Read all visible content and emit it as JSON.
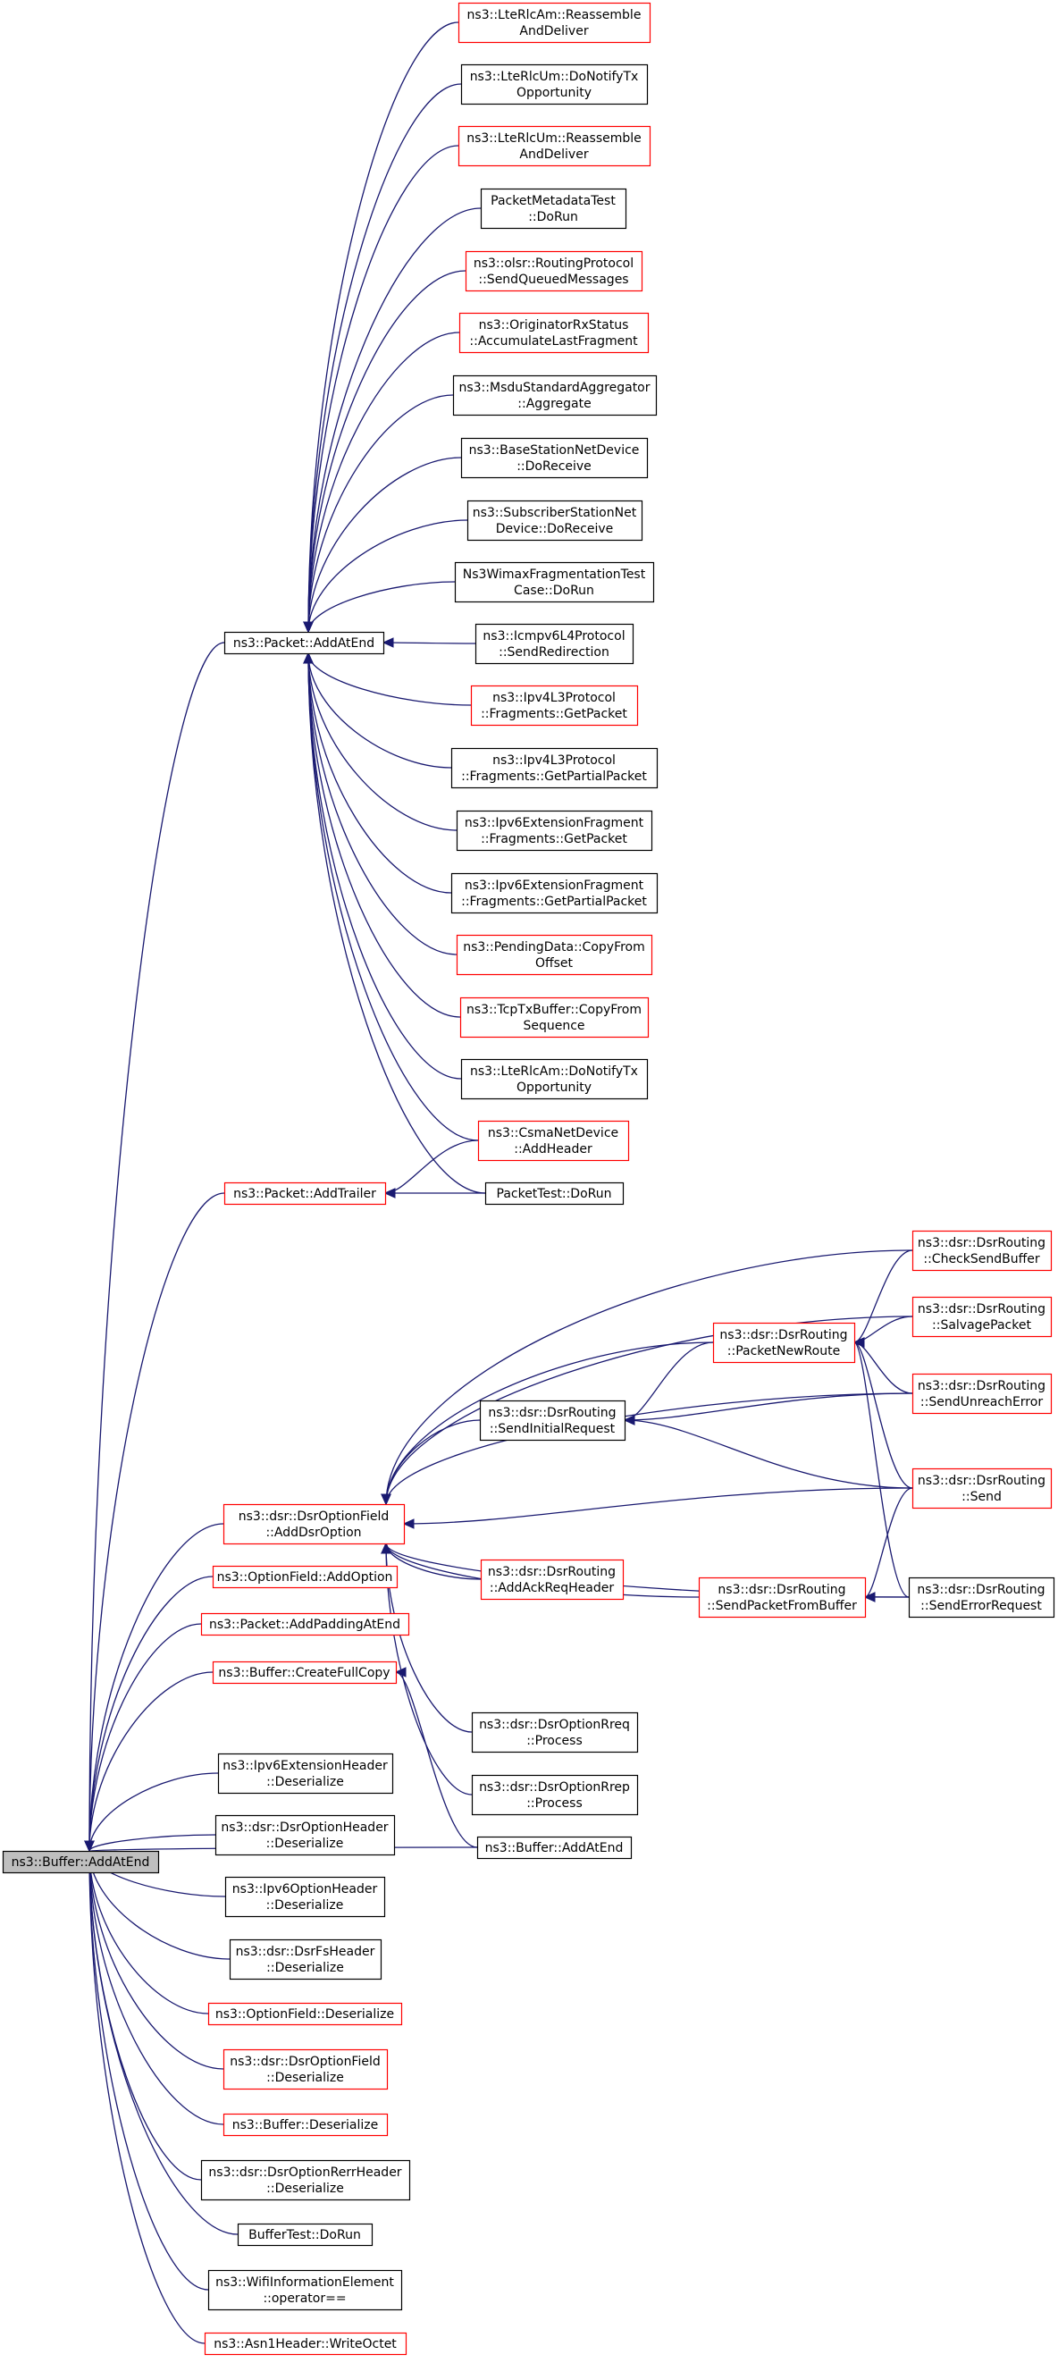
{
  "graph": {
    "colors": {
      "edge": "#191970",
      "box_linked": "#ff0000",
      "box_plain": "#000000",
      "box_root_fill": "#bfbfbf",
      "box_fill": "#ffffff"
    },
    "nodes": [
      {
        "id": "root",
        "lines": [
          "ns3::Buffer::AddAtEnd"
        ],
        "style": "root"
      },
      {
        "id": "pkt-addatend",
        "lines": [
          "ns3::Packet::AddAtEnd"
        ],
        "style": "plain"
      },
      {
        "id": "pkt-addtrailer",
        "lines": [
          "ns3::Packet::AddTrailer"
        ],
        "style": "linked"
      },
      {
        "id": "dsr-optfield-add",
        "lines": [
          "ns3::dsr::DsrOptionField",
          "::AddDsrOption"
        ],
        "style": "linked"
      },
      {
        "id": "optfield-add",
        "lines": [
          "ns3::OptionField::AddOption"
        ],
        "style": "linked"
      },
      {
        "id": "pkt-addpadding",
        "lines": [
          "ns3::Packet::AddPaddingAtEnd"
        ],
        "style": "linked"
      },
      {
        "id": "buf-createfull",
        "lines": [
          "ns3::Buffer::CreateFullCopy"
        ],
        "style": "linked"
      },
      {
        "id": "ipv6ext-deser",
        "lines": [
          "ns3::Ipv6ExtensionHeader",
          "::Deserialize"
        ],
        "style": "plain"
      },
      {
        "id": "dsropthdr-deser",
        "lines": [
          "ns3::dsr::DsrOptionHeader",
          "::Deserialize"
        ],
        "style": "plain"
      },
      {
        "id": "ipv6opt-deser",
        "lines": [
          "ns3::Ipv6OptionHeader",
          "::Deserialize"
        ],
        "style": "plain"
      },
      {
        "id": "dsrfs-deser",
        "lines": [
          "ns3::dsr::DsrFsHeader",
          "::Deserialize"
        ],
        "style": "plain"
      },
      {
        "id": "optfield-deser",
        "lines": [
          "ns3::OptionField::Deserialize"
        ],
        "style": "linked"
      },
      {
        "id": "dsroptfield-deser",
        "lines": [
          "ns3::dsr::DsrOptionField",
          "::Deserialize"
        ],
        "style": "linked"
      },
      {
        "id": "buf-deser",
        "lines": [
          "ns3::Buffer::Deserialize"
        ],
        "style": "linked"
      },
      {
        "id": "dsrrerr-deser",
        "lines": [
          "ns3::dsr::DsrOptionRerrHeader",
          "::Deserialize"
        ],
        "style": "plain"
      },
      {
        "id": "buffertest",
        "lines": [
          "BufferTest::DoRun"
        ],
        "style": "plain"
      },
      {
        "id": "wifiinfo-op",
        "lines": [
          "ns3::WifiInformationElement",
          "::operator=="
        ],
        "style": "plain"
      },
      {
        "id": "asn1-write",
        "lines": [
          "ns3::Asn1Header::WriteOctet"
        ],
        "style": "linked"
      },
      {
        "id": "lterlcam-reasm",
        "lines": [
          "ns3::LteRlcAm::Reassemble",
          "AndDeliver"
        ],
        "style": "linked"
      },
      {
        "id": "lterlcum-notify",
        "lines": [
          "ns3::LteRlcUm::DoNotifyTx",
          "Opportunity"
        ],
        "style": "plain"
      },
      {
        "id": "lterlcum-reasm",
        "lines": [
          "ns3::LteRlcUm::Reassemble",
          "AndDeliver"
        ],
        "style": "linked"
      },
      {
        "id": "pktmeta-test",
        "lines": [
          "PacketMetadataTest",
          "::DoRun"
        ],
        "style": "plain"
      },
      {
        "id": "olsr-send",
        "lines": [
          "ns3::olsr::RoutingProtocol",
          "::SendQueuedMessages"
        ],
        "style": "linked"
      },
      {
        "id": "orig-rx",
        "lines": [
          "ns3::OriginatorRxStatus",
          "::AccumulateLastFragment"
        ],
        "style": "linked"
      },
      {
        "id": "msdu-agg",
        "lines": [
          "ns3::MsduStandardAggregator",
          "::Aggregate"
        ],
        "style": "plain"
      },
      {
        "id": "bs-netdev",
        "lines": [
          "ns3::BaseStationNetDevice",
          "::DoReceive"
        ],
        "style": "plain"
      },
      {
        "id": "ss-netdev",
        "lines": [
          "ns3::SubscriberStationNet",
          "Device::DoReceive"
        ],
        "style": "plain"
      },
      {
        "id": "wimax-frag",
        "lines": [
          "Ns3WimaxFragmentationTest",
          "Case::DoRun"
        ],
        "style": "plain"
      },
      {
        "id": "icmpv6-redir",
        "lines": [
          "ns3::Icmpv6L4Protocol",
          "::SendRedirection"
        ],
        "style": "plain"
      },
      {
        "id": "ipv4-frag-get",
        "lines": [
          "ns3::Ipv4L3Protocol",
          "::Fragments::GetPacket"
        ],
        "style": "linked"
      },
      {
        "id": "ipv4-frag-partial",
        "lines": [
          "ns3::Ipv4L3Protocol",
          "::Fragments::GetPartialPacket"
        ],
        "style": "plain"
      },
      {
        "id": "ipv6-frag-get",
        "lines": [
          "ns3::Ipv6ExtensionFragment",
          "::Fragments::GetPacket"
        ],
        "style": "plain"
      },
      {
        "id": "ipv6-frag-partial",
        "lines": [
          "ns3::Ipv6ExtensionFragment",
          "::Fragments::GetPartialPacket"
        ],
        "style": "plain"
      },
      {
        "id": "pending-copy",
        "lines": [
          "ns3::PendingData::CopyFrom",
          "Offset"
        ],
        "style": "linked"
      },
      {
        "id": "tcptx-copy",
        "lines": [
          "ns3::TcpTxBuffer::CopyFrom",
          "Sequence"
        ],
        "style": "linked"
      },
      {
        "id": "lterlcam-notify",
        "lines": [
          "ns3::LteRlcAm::DoNotifyTx",
          "Opportunity"
        ],
        "style": "plain"
      },
      {
        "id": "csma-addhdr",
        "lines": [
          "ns3::CsmaNetDevice",
          "::AddHeader"
        ],
        "style": "linked"
      },
      {
        "id": "packettest",
        "lines": [
          "PacketTest::DoRun"
        ],
        "style": "plain"
      },
      {
        "id": "dsr-sendinit",
        "lines": [
          "ns3::dsr::DsrRouting",
          "::SendInitialRequest"
        ],
        "style": "plain"
      },
      {
        "id": "dsr-addack",
        "lines": [
          "ns3::dsr::DsrRouting",
          "::AddAckReqHeader"
        ],
        "style": "linked"
      },
      {
        "id": "dsr-rreq",
        "lines": [
          "ns3::dsr::DsrOptionRreq",
          "::Process"
        ],
        "style": "plain"
      },
      {
        "id": "dsr-rrep",
        "lines": [
          "ns3::dsr::DsrOptionRrep",
          "::Process"
        ],
        "style": "plain"
      },
      {
        "id": "buf-addatend2",
        "lines": [
          "ns3::Buffer::AddAtEnd"
        ],
        "style": "plain"
      },
      {
        "id": "dsr-newroute",
        "lines": [
          "ns3::dsr::DsrRouting",
          "::PacketNewRoute"
        ],
        "style": "linked"
      },
      {
        "id": "dsr-sendfrombuf",
        "lines": [
          "ns3::dsr::DsrRouting",
          "::SendPacketFromBuffer"
        ],
        "style": "linked"
      },
      {
        "id": "dsr-checkbuf",
        "lines": [
          "ns3::dsr::DsrRouting",
          "::CheckSendBuffer"
        ],
        "style": "linked"
      },
      {
        "id": "dsr-salvage",
        "lines": [
          "ns3::dsr::DsrRouting",
          "::SalvagePacket"
        ],
        "style": "linked"
      },
      {
        "id": "dsr-unreach",
        "lines": [
          "ns3::dsr::DsrRouting",
          "::SendUnreachError"
        ],
        "style": "linked"
      },
      {
        "id": "dsr-send",
        "lines": [
          "ns3::dsr::DsrRouting",
          "::Send"
        ],
        "style": "linked"
      },
      {
        "id": "dsr-senderr",
        "lines": [
          "ns3::dsr::DsrRouting",
          "::SendErrorRequest"
        ],
        "style": "plain"
      }
    ],
    "edges": [
      {
        "from": "pkt-addatend",
        "to": "root"
      },
      {
        "from": "pkt-addtrailer",
        "to": "root"
      },
      {
        "from": "dsr-optfield-add",
        "to": "root"
      },
      {
        "from": "optfield-add",
        "to": "root"
      },
      {
        "from": "pkt-addpadding",
        "to": "root"
      },
      {
        "from": "buf-createfull",
        "to": "root"
      },
      {
        "from": "buf-addatend2",
        "to": "root"
      },
      {
        "from": "ipv6ext-deser",
        "to": "root"
      },
      {
        "from": "dsropthdr-deser",
        "to": "root"
      },
      {
        "from": "ipv6opt-deser",
        "to": "root"
      },
      {
        "from": "dsrfs-deser",
        "to": "root"
      },
      {
        "from": "optfield-deser",
        "to": "root"
      },
      {
        "from": "dsroptfield-deser",
        "to": "root"
      },
      {
        "from": "buf-deser",
        "to": "root"
      },
      {
        "from": "dsrrerr-deser",
        "to": "root"
      },
      {
        "from": "buffertest",
        "to": "root"
      },
      {
        "from": "wifiinfo-op",
        "to": "root"
      },
      {
        "from": "asn1-write",
        "to": "root"
      },
      {
        "from": "lterlcam-reasm",
        "to": "pkt-addatend"
      },
      {
        "from": "lterlcum-notify",
        "to": "pkt-addatend"
      },
      {
        "from": "lterlcum-reasm",
        "to": "pkt-addatend"
      },
      {
        "from": "pktmeta-test",
        "to": "pkt-addatend"
      },
      {
        "from": "olsr-send",
        "to": "pkt-addatend"
      },
      {
        "from": "orig-rx",
        "to": "pkt-addatend"
      },
      {
        "from": "msdu-agg",
        "to": "pkt-addatend"
      },
      {
        "from": "bs-netdev",
        "to": "pkt-addatend"
      },
      {
        "from": "ss-netdev",
        "to": "pkt-addatend"
      },
      {
        "from": "wimax-frag",
        "to": "pkt-addatend"
      },
      {
        "from": "icmpv6-redir",
        "to": "pkt-addatend"
      },
      {
        "from": "ipv4-frag-get",
        "to": "pkt-addatend"
      },
      {
        "from": "ipv4-frag-partial",
        "to": "pkt-addatend"
      },
      {
        "from": "ipv6-frag-get",
        "to": "pkt-addatend"
      },
      {
        "from": "ipv6-frag-partial",
        "to": "pkt-addatend"
      },
      {
        "from": "pending-copy",
        "to": "pkt-addatend"
      },
      {
        "from": "tcptx-copy",
        "to": "pkt-addatend"
      },
      {
        "from": "lterlcam-notify",
        "to": "pkt-addatend"
      },
      {
        "from": "csma-addhdr",
        "to": "pkt-addatend"
      },
      {
        "from": "packettest",
        "to": "pkt-addatend"
      },
      {
        "from": "csma-addhdr",
        "to": "pkt-addtrailer"
      },
      {
        "from": "packettest",
        "to": "pkt-addtrailer"
      },
      {
        "from": "dsr-sendinit",
        "to": "dsr-optfield-add"
      },
      {
        "from": "dsr-addack",
        "to": "dsr-optfield-add"
      },
      {
        "from": "dsr-rreq",
        "to": "dsr-optfield-add"
      },
      {
        "from": "dsr-rrep",
        "to": "dsr-optfield-add"
      },
      {
        "from": "dsr-newroute",
        "to": "dsr-optfield-add"
      },
      {
        "from": "dsr-sendfrombuf",
        "to": "dsr-optfield-add"
      },
      {
        "from": "dsr-checkbuf",
        "to": "dsr-optfield-add"
      },
      {
        "from": "dsr-salvage",
        "to": "dsr-optfield-add"
      },
      {
        "from": "dsr-unreach",
        "to": "dsr-optfield-add"
      },
      {
        "from": "dsr-send",
        "to": "dsr-optfield-add"
      },
      {
        "from": "dsr-senderr",
        "to": "dsr-optfield-add"
      },
      {
        "from": "buf-addatend2",
        "to": "buf-createfull"
      },
      {
        "from": "dsr-newroute",
        "to": "dsr-sendinit"
      },
      {
        "from": "dsr-unreach",
        "to": "dsr-sendinit"
      },
      {
        "from": "dsr-send",
        "to": "dsr-sendinit"
      },
      {
        "from": "dsr-checkbuf",
        "to": "dsr-newroute"
      },
      {
        "from": "dsr-salvage",
        "to": "dsr-newroute"
      },
      {
        "from": "dsr-unreach",
        "to": "dsr-newroute"
      },
      {
        "from": "dsr-send",
        "to": "dsr-newroute"
      },
      {
        "from": "dsr-senderr",
        "to": "dsr-newroute"
      },
      {
        "from": "dsr-send",
        "to": "dsr-sendfrombuf"
      },
      {
        "from": "dsr-senderr",
        "to": "dsr-sendfrombuf"
      }
    ]
  }
}
